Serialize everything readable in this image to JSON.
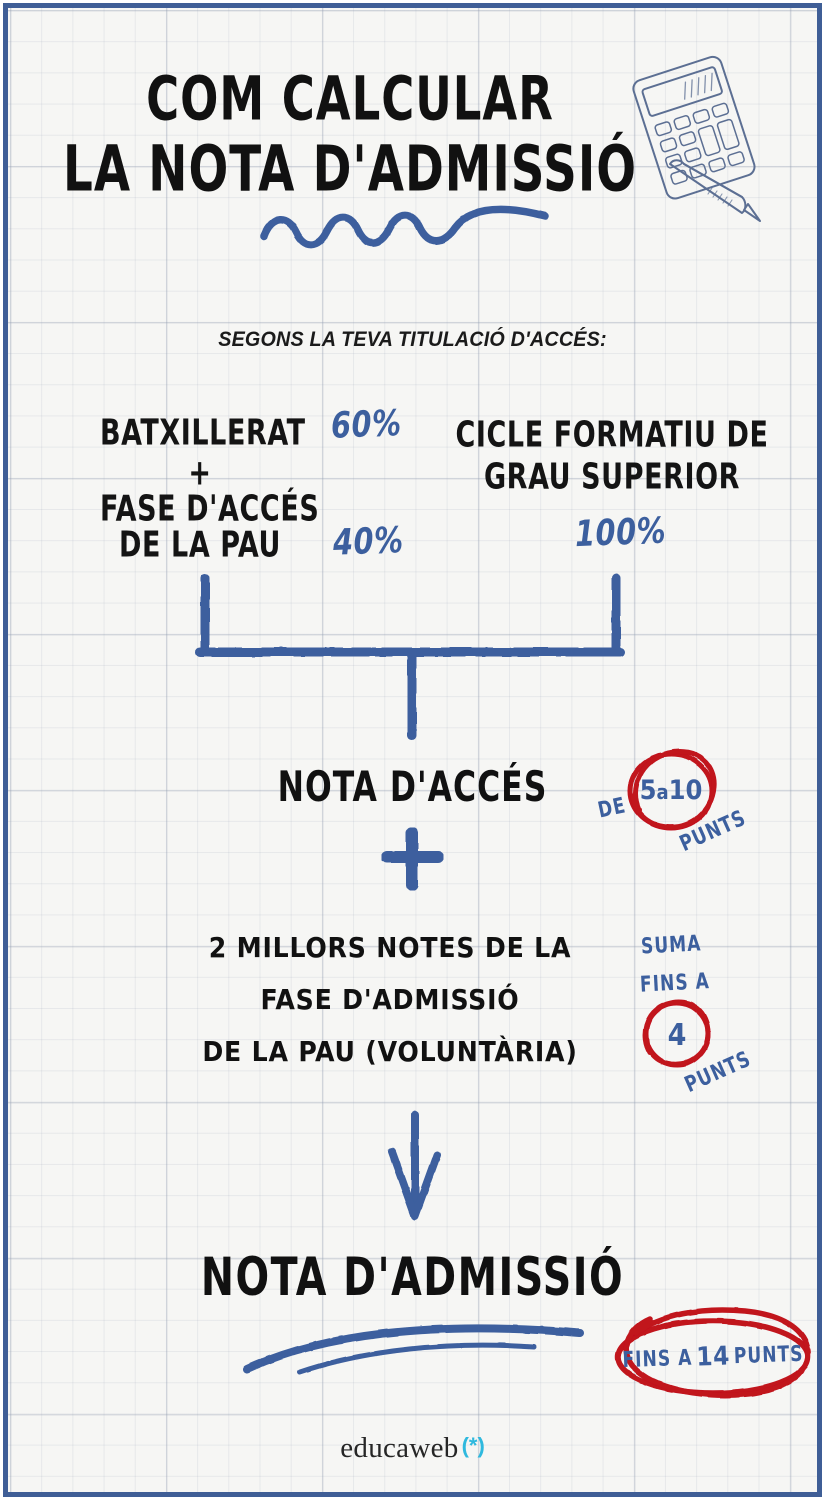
{
  "page": {
    "title_line1": "COM CALCULAR",
    "title_line2": "LA NOTA D'ADMISSIÓ",
    "subtitle": "SEGONS LA TEVA TITULACIÓ D'ACCÉS:",
    "colors": {
      "ink_black": "#121212",
      "pen_blue": "#3c5f9e",
      "pen_red": "#c1121f",
      "frame_blue": "#3f5e96",
      "paper": "#f6f6f4",
      "brand_cyan": "#2fb9de"
    }
  },
  "decorations": {
    "calculator_icon": "calculator-icon",
    "pen_icon": "pen-icon",
    "title_squiggle": "squiggle-underline",
    "merge_bracket": "merge-bracket-connector",
    "plus_sign": "+",
    "down_arrow": "down-arrow-icon",
    "admission_underline": "curved-double-underline"
  },
  "branches": [
    {
      "id": "batxillerat",
      "lines": [
        "BATXILLERAT",
        "+",
        "FASE D'ACCÉS",
        "DE LA PAU"
      ],
      "percents": [
        {
          "label": "60%",
          "applies_to": "BATXILLERAT"
        },
        {
          "label": "40%",
          "applies_to": "FASE D'ACCÉS DE LA PAU"
        }
      ]
    },
    {
      "id": "cicle-formatiu",
      "lines": [
        "CICLE FORMATIU DE",
        "GRAU SUPERIOR"
      ],
      "percents": [
        {
          "label": "100%",
          "applies_to": "CICLE FORMATIU DE GRAU SUPERIOR"
        }
      ]
    }
  ],
  "flow": {
    "access_grade": {
      "label": "NOTA D'ACCÉS",
      "annotation": {
        "prefix": "DE",
        "circled_prefix_num": "5",
        "circled_conjunction": "a",
        "circled_suffix_num": "10",
        "suffix": "PUNTS"
      }
    },
    "operator": "+",
    "admission_phase": {
      "lines": [
        "2 MILLORS NOTES DE LA",
        "FASE D'ADMISSIÓ",
        "DE LA PAU (VOLUNTÀRIA)"
      ],
      "annotation": {
        "line1": "SUMA",
        "line2": "FINS A",
        "circled_value": "4",
        "suffix": "PUNTS"
      }
    },
    "result": {
      "label": "NOTA D'ADMISSIÓ",
      "annotation": {
        "prefix": "FINS A",
        "value": "14",
        "suffix": "PUNTS"
      }
    }
  },
  "footer": {
    "brand": "educaweb",
    "brand_mark": "(*)"
  }
}
